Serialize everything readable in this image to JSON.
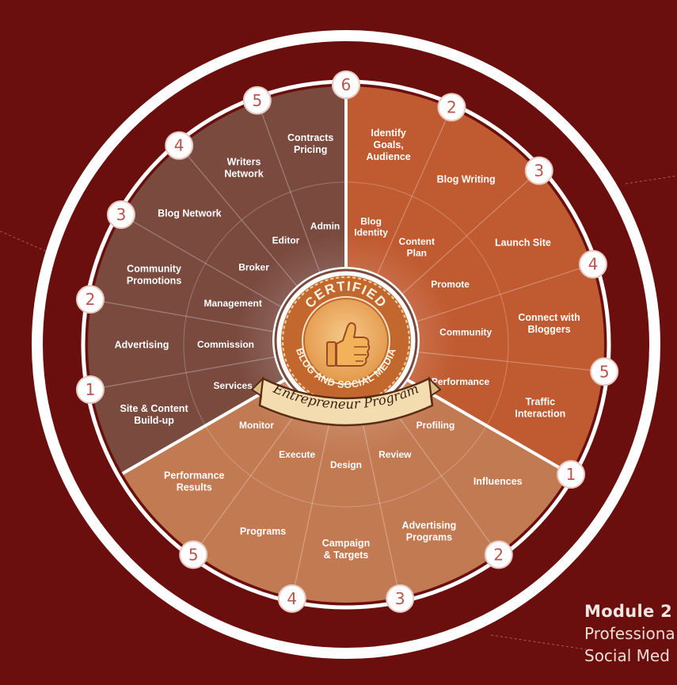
{
  "colors": {
    "background": "#6a0f0d",
    "ring": "#ffffff",
    "brown_section": "#7a4a3f",
    "orange_section": "#c05a30",
    "tan_section": "#c27a52",
    "badge_outer": "#c2682e",
    "badge_inner": "#f2b56a",
    "banner": "#f3ddb0"
  },
  "badge": {
    "top_text": "CERTIFIED",
    "arc_text": "BLOG AND SOCIAL MEDIA",
    "banner_text": "Entrepreneur Program",
    "icon": "thumbs-up-icon"
  },
  "sections": [
    {
      "id": "right",
      "color_key": "orange_section",
      "inner_labels": [
        "Blog\nIdentity",
        "Content\nPlan",
        "Promote",
        "Community",
        "Performance"
      ],
      "outer_labels": [
        "Identify\nGoals,\nAudience",
        "Blog Writing",
        "Launch Site",
        "Connect with\nBloggers",
        "Traffic\nInteraction"
      ],
      "numbers": [
        "1",
        "2",
        "3",
        "4",
        "5"
      ]
    },
    {
      "id": "bottom",
      "color_key": "tan_section",
      "inner_labels": [
        "Profiling",
        "Review",
        "Design",
        "Execute",
        "Monitor"
      ],
      "outer_labels": [
        "Influences",
        "Advertising\nPrograms",
        "Campaign\n& Targets",
        "Programs",
        "Performance\nResults"
      ],
      "numbers": [
        "1",
        "2",
        "3",
        "4",
        "5"
      ]
    },
    {
      "id": "left",
      "color_key": "brown_section",
      "inner_labels": [
        "Services",
        "Commission",
        "Management",
        "Broker",
        "Editor",
        "Admin"
      ],
      "outer_labels": [
        "Site & Content\nBuild-up",
        "Advertising",
        "Community\nPromotions",
        "Blog Network",
        "Writers\nNetwork",
        "Contracts\nPricing"
      ],
      "numbers": [
        "1",
        "2",
        "3",
        "4",
        "5",
        "6"
      ]
    }
  ],
  "side_caption": {
    "title": "Module 2",
    "line1": "Professiona",
    "line2": "Social Med"
  }
}
